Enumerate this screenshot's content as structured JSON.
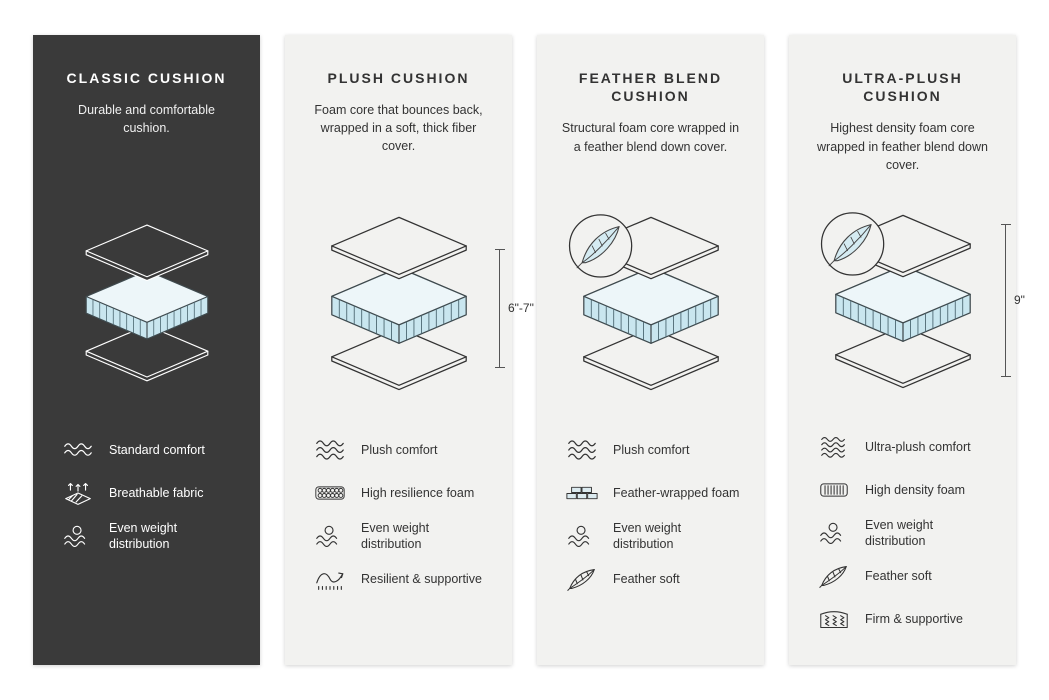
{
  "colors": {
    "foam_side": "#c9e6ef",
    "foam_top": "#edf6f9",
    "dark_panel": "#3a3a3a",
    "light_panel": "#f2f2f0"
  },
  "columns": [
    {
      "title": "CLASSIC CUSHION",
      "description": "Durable and comfortable cushion.",
      "theme": "dark",
      "features": [
        {
          "icon": "waves-2-icon",
          "label": "Standard comfort"
        },
        {
          "icon": "breathable-icon",
          "label": "Breathable fabric"
        },
        {
          "icon": "even-weight-icon",
          "label": "Even weight distribution"
        }
      ]
    },
    {
      "title": "PLUSH CUSHION",
      "description": "Foam core that bounces back, wrapped in a soft, thick fiber cover.",
      "measure": "6\"-7\"",
      "features": [
        {
          "icon": "waves-3-icon",
          "label": "Plush comfort"
        },
        {
          "icon": "foam-cells-icon",
          "label": "High resilience foam"
        },
        {
          "icon": "even-weight-icon",
          "label": "Even weight distribution"
        },
        {
          "icon": "spring-icon",
          "label": "Resilient & supportive"
        }
      ]
    },
    {
      "title": "FEATHER BLEND CUSHION",
      "description": "Structural foam core wrapped in a feather blend down cover.",
      "badge": "feather-badge",
      "features": [
        {
          "icon": "waves-3-icon",
          "label": "Plush comfort"
        },
        {
          "icon": "bricks-icon",
          "label": "Feather-wrapped foam"
        },
        {
          "icon": "even-weight-icon",
          "label": "Even weight distribution"
        },
        {
          "icon": "feather-icon",
          "label": "Feather soft"
        }
      ]
    },
    {
      "title": "ULTRA-PLUSH CUSHION",
      "description": "Highest density foam core wrapped in feather blend down cover.",
      "badge": "feather-badge",
      "measure": "9\"",
      "features": [
        {
          "icon": "waves-4-icon",
          "label": "Ultra-plush comfort"
        },
        {
          "icon": "density-icon",
          "label": "High density foam"
        },
        {
          "icon": "even-weight-icon",
          "label": "Even weight distribution"
        },
        {
          "icon": "feather-icon",
          "label": "Feather soft"
        },
        {
          "icon": "coils-icon",
          "label": "Firm & supportive"
        }
      ]
    }
  ]
}
